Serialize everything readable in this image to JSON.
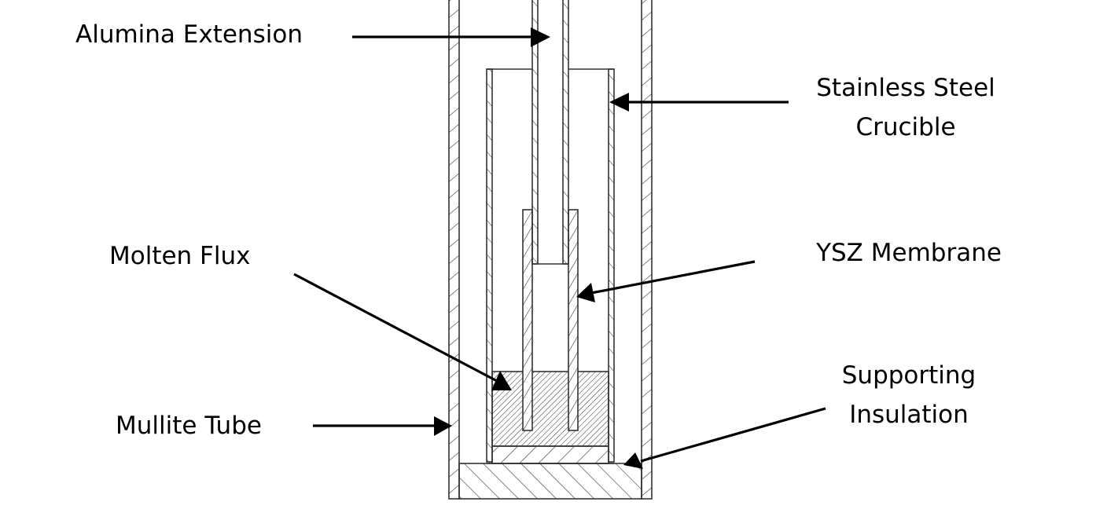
{
  "diagram": {
    "title": "",
    "labels": {
      "alumina_extension": "Alumina Extension",
      "stainless_steel_crucible_line1": "Stainless Steel",
      "stainless_steel_crucible_line2": "Crucible",
      "molten_flux": "Molten Flux",
      "ysz_membrane": "YSZ Membrane",
      "supporting_insulation_line1": "Supporting",
      "supporting_insulation_line2": "Insulation",
      "mullite_tube": "Mullite Tube"
    },
    "components": [
      {
        "id": "mullite-tube",
        "name": "Mullite Tube"
      },
      {
        "id": "stainless-steel-crucible",
        "name": "Stainless Steel Crucible"
      },
      {
        "id": "alumina-extension",
        "name": "Alumina Extension"
      },
      {
        "id": "ysz-membrane",
        "name": "YSZ Membrane"
      },
      {
        "id": "molten-flux",
        "name": "Molten Flux"
      },
      {
        "id": "supporting-insulation",
        "name": "Supporting Insulation"
      }
    ],
    "colors": {
      "line": "#333333",
      "arrow": "#000000",
      "background": "#ffffff"
    }
  }
}
